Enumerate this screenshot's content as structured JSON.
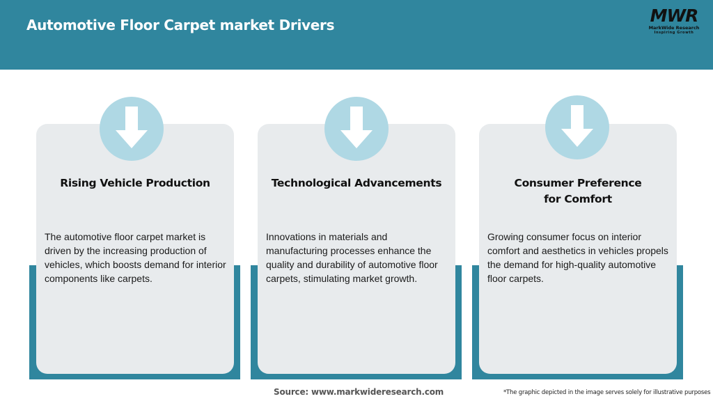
{
  "header": {
    "title": "Automotive Floor Carpet market Drivers",
    "background_color": "#30869e"
  },
  "logo": {
    "mark": "MWR",
    "name": "MarkWide Research",
    "tagline": "Inspiring Growth"
  },
  "cards": [
    {
      "icon": "arrow-down-icon",
      "title": "Rising Vehicle Production",
      "body": "The automotive floor carpet market is driven by the increasing production of vehicles, which boosts demand for interior components like carpets."
    },
    {
      "icon": "arrow-down-icon",
      "title": "Technological Advancements",
      "body": "Innovations in materials and manufacturing processes enhance the quality and durability of automotive floor carpets, stimulating market growth."
    },
    {
      "icon": "arrow-down-icon",
      "title": "Consumer Preference for Comfort",
      "body": "Growing consumer focus on interior comfort and aesthetics in vehicles propels the demand for high-quality automotive floor carpets."
    }
  ],
  "colors": {
    "accent_teal": "#30869e",
    "card_gray": "#e8ebed",
    "icon_circle": "#afd8e4"
  },
  "footer": {
    "source": "Source: www.markwideresearch.com",
    "disclaimer": "*The graphic depicted in the image serves solely for illustrative purposes"
  }
}
